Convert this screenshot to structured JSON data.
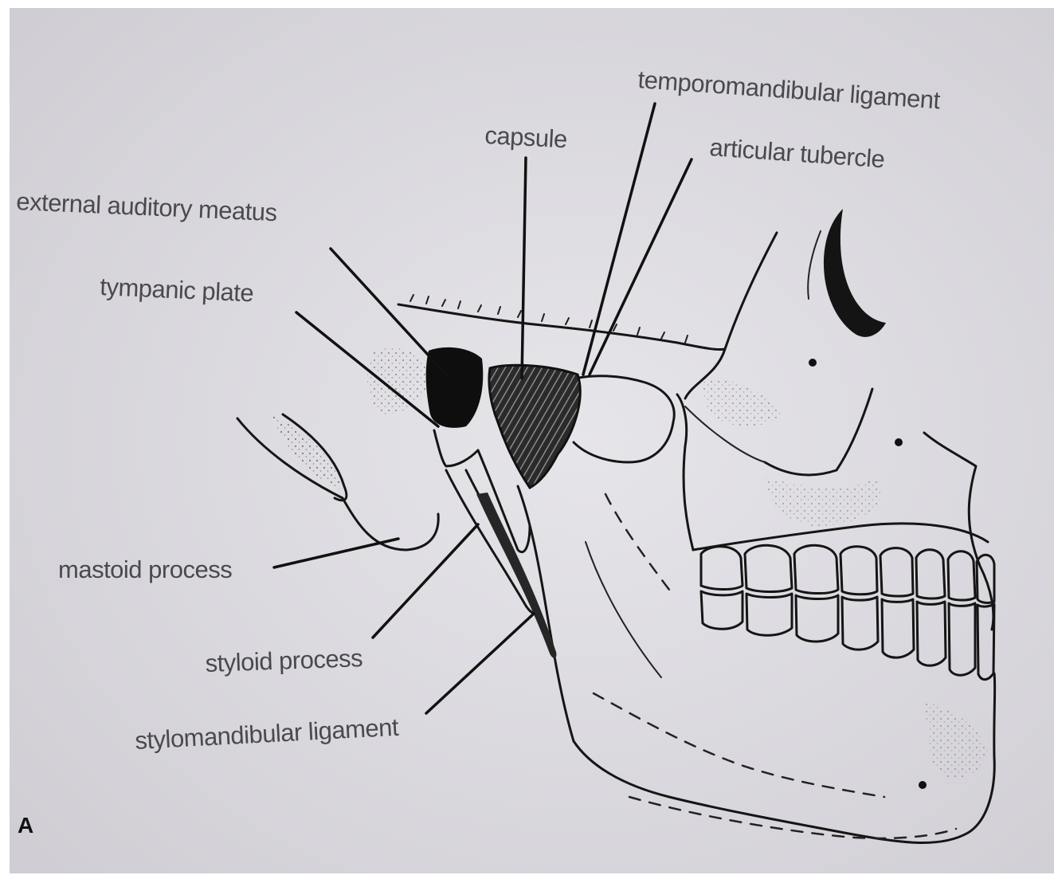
{
  "figure": {
    "panel_letter": "A",
    "labels": {
      "temporomandibular_ligament": "temporomandibular ligament",
      "capsule": "capsule",
      "articular_tubercle": "articular tubercle",
      "external_auditory_meatus": "external auditory meatus",
      "tympanic_plate": "tympanic plate",
      "mastoid_process": "mastoid process",
      "styloid_process": "styloid process",
      "stylomandibular_ligament": "stylomandibular ligament"
    }
  },
  "colors": {
    "paper": "#dcdbe0",
    "ink": "#151515",
    "label_text": "#4a4a4e"
  }
}
